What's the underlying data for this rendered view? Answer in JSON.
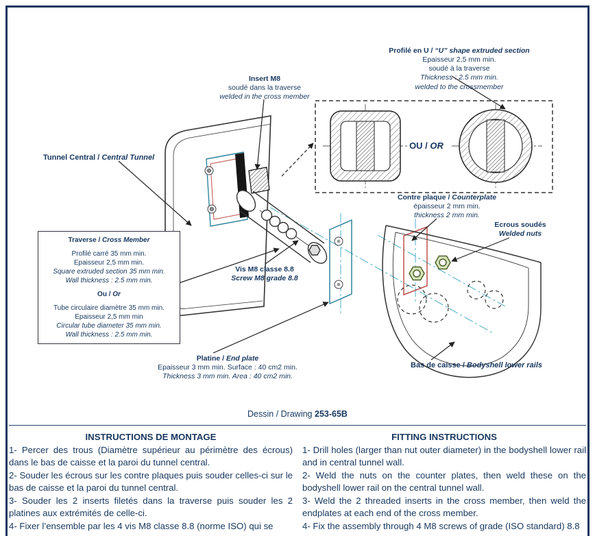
{
  "colors": {
    "ink": "#17375E",
    "line": "#33333d",
    "counterplate": "#C0504D",
    "endplate": "#31859C",
    "nut_green": "#4F6228",
    "centerline": "#4BACC6",
    "border": "#17375E"
  },
  "labels": {
    "u_profile": {
      "title_fr": "Profilé en U /",
      "title_en": "“U” shape extruded section",
      "l2": "Epaisseur 2,5 mm min.",
      "l3": "soudé à la traverse",
      "l4": "Thickness : 2.5 mm min.",
      "l5": "welded to the crossmember"
    },
    "insert": {
      "l1": "Insert M8",
      "l2": "soudé dans la traverse",
      "l3": "welded in the cross member"
    },
    "ou_or": {
      "fr": "OU /",
      "en": "OR"
    },
    "tunnel": {
      "fr": "Tunnel Central /",
      "en": "Central Tunnel"
    },
    "traverse": {
      "title_fr": "Traverse /",
      "title_en": "Cross Member",
      "l1": "Profilé carré 35 mm min.",
      "l2": "Epaisseur 2,5 mm min.",
      "l3": "Square extruded section 35 mm min.",
      "l4": "Wall thickness : 2.5 mm min.",
      "or_fr": "Ou /",
      "or_en": "Or",
      "l5": "Tube circulaire diamètre 35 mm min.",
      "l6": "Epaisseur 2,5 mm min",
      "l7": "Circular tube diameter 35 mm min.",
      "l8": "Wall thickness : 2.5 mm min."
    },
    "vis": {
      "l1": "Vis M8 classe 8.8",
      "l2": "Screw M8 grade 8.8"
    },
    "contre_plaque": {
      "title_fr": "Contre plaque /",
      "title_en": "Counterplate",
      "l2": "épaisseur 2 mm min.",
      "l3": "thickness 2 mm min."
    },
    "ecrous": {
      "fr": "Ecrous soudés",
      "en": "Welded nuts"
    },
    "platine": {
      "title_fr": "Platine /",
      "title_en": "End plate",
      "l2": "Epaisseur 3 mm min. Surface : 40 cm2 min.",
      "l3": "Thickness 3 mm min. Area : 40 cm2 min."
    },
    "bas_de_caisse": {
      "fr": "Bas de caisse /",
      "en": "Bodyshell lower rails"
    }
  },
  "caption": {
    "prefix": "Dessin / Drawing",
    "number": "253-65B"
  },
  "instructions_fr": {
    "title": "INSTRUCTIONS DE MONTAGE",
    "items": [
      "1- Percer des trous (Diamètre supérieur au périmètre des écrous) dans le bas de caisse et la paroi du tunnel central.",
      "2- Souder les écrous sur les contre plaques puis souder celles-ci sur le bas de caisse et la paroi du tunnel central.",
      "3- Souder les 2 inserts filetés dans la traverse puis souder les 2 platines aux extrémités de celle-ci.",
      "4- Fixer l’ensemble par les 4 vis M8 classe 8.8 (norme ISO) qui se"
    ]
  },
  "instructions_en": {
    "title": "FITTING INSTRUCTIONS",
    "items": [
      "1- Drill holes (larger than nut outer diameter) in the bodyshell lower rail and in central tunnel wall.",
      "2- Weld the nuts on the counter plates, then weld these on the bodyshell lower rail on the central tunnel wall.",
      "3- Weld the 2 threaded inserts in the cross member, then weld the endplates at each end of the cross member.",
      "4- Fix the assembly through 4 M8 screws of grade (ISO standard) 8.8"
    ]
  }
}
